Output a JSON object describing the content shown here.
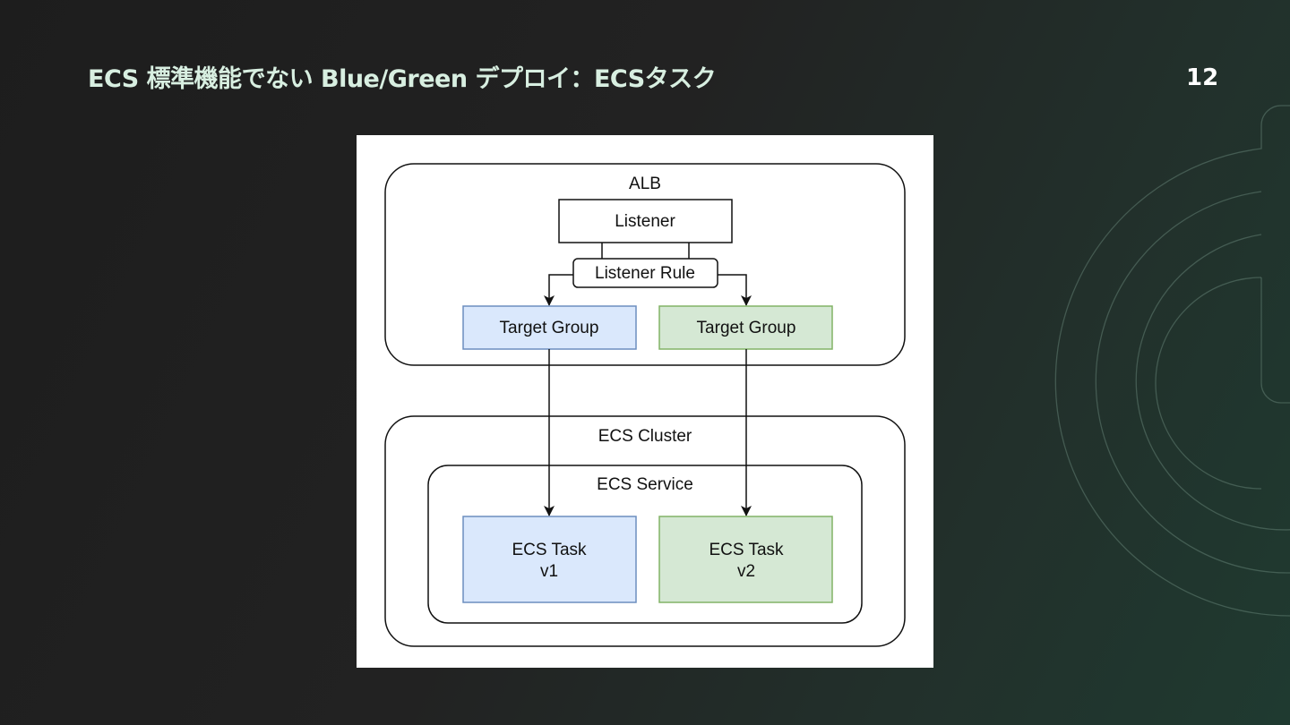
{
  "slide": {
    "title": "ECS 標準機能でない Blue/Green デプロイ：ECSタスク",
    "page_number": "12"
  },
  "diagram": {
    "alb": {
      "label": "ALB",
      "listener": "Listener",
      "listener_rule": "Listener Rule",
      "target_groups": [
        {
          "label": "Target Group",
          "color": "blue"
        },
        {
          "label": "Target Group",
          "color": "green"
        }
      ]
    },
    "cluster": {
      "label": "ECS Cluster",
      "service": {
        "label": "ECS Service",
        "tasks": [
          {
            "line1": "ECS Task",
            "line2": "v1",
            "color": "blue"
          },
          {
            "line1": "ECS Task",
            "line2": "v2",
            "color": "green"
          }
        ]
      }
    }
  },
  "colors": {
    "blue_fill": "#dae8fc",
    "blue_stroke": "#6c8ebf",
    "green_fill": "#d5e8d4",
    "green_stroke": "#82b366",
    "title_text": "#d8efe1"
  }
}
